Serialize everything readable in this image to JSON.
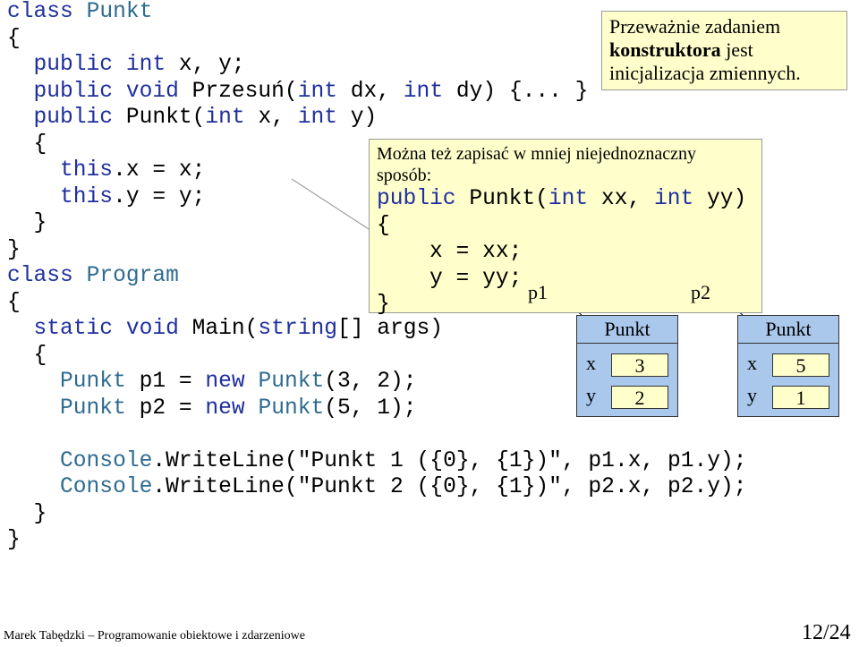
{
  "code_top": [
    [
      {
        "t": "class ",
        "c": "kw"
      },
      {
        "t": "Punkt",
        "c": "ty"
      }
    ],
    [
      {
        "t": "{",
        "c": ""
      }
    ],
    [
      {
        "t": "  public ",
        "c": "kw"
      },
      {
        "t": "int ",
        "c": "kw"
      },
      {
        "t": "x, y;",
        "c": ""
      }
    ],
    [
      {
        "t": "  public ",
        "c": "kw"
      },
      {
        "t": "void ",
        "c": "kw"
      },
      {
        "t": "Przesuń(",
        "c": ""
      },
      {
        "t": "int ",
        "c": "kw"
      },
      {
        "t": "dx, ",
        "c": ""
      },
      {
        "t": "int ",
        "c": "kw"
      },
      {
        "t": "dy) {... }",
        "c": ""
      }
    ],
    [
      {
        "t": "  public ",
        "c": "kw"
      },
      {
        "t": "Punkt(",
        "c": ""
      },
      {
        "t": "int ",
        "c": "kw"
      },
      {
        "t": "x, ",
        "c": ""
      },
      {
        "t": "int ",
        "c": "kw"
      },
      {
        "t": "y)",
        "c": ""
      }
    ],
    [
      {
        "t": "  {",
        "c": ""
      }
    ],
    [
      {
        "t": "    this",
        "c": "kw"
      },
      {
        "t": ".x = x;",
        "c": ""
      }
    ],
    [
      {
        "t": "    this",
        "c": "kw"
      },
      {
        "t": ".y = y;",
        "c": ""
      }
    ],
    [
      {
        "t": "  }",
        "c": ""
      }
    ],
    [
      {
        "t": "}",
        "c": ""
      }
    ],
    [
      {
        "t": "class ",
        "c": "kw"
      },
      {
        "t": "Program",
        "c": "ty"
      }
    ],
    [
      {
        "t": "{",
        "c": ""
      }
    ],
    [
      {
        "t": "  static ",
        "c": "kw"
      },
      {
        "t": "void ",
        "c": "kw"
      },
      {
        "t": "Main(",
        "c": ""
      },
      {
        "t": "string",
        "c": "kw"
      },
      {
        "t": "[] args)",
        "c": ""
      }
    ],
    [
      {
        "t": "  {",
        "c": ""
      }
    ],
    [
      {
        "t": "    Punkt ",
        "c": "ty"
      },
      {
        "t": "p1 = ",
        "c": ""
      },
      {
        "t": "new ",
        "c": "kw"
      },
      {
        "t": "Punkt",
        "c": "ty"
      },
      {
        "t": "(3, 2);",
        "c": ""
      }
    ],
    [
      {
        "t": "    Punkt ",
        "c": "ty"
      },
      {
        "t": "p2 = ",
        "c": ""
      },
      {
        "t": "new ",
        "c": "kw"
      },
      {
        "t": "Punkt",
        "c": "ty"
      },
      {
        "t": "(5, 1);",
        "c": ""
      }
    ],
    [
      {
        "t": "",
        "c": ""
      }
    ],
    [
      {
        "t": "    Console",
        "c": "ty"
      },
      {
        "t": ".WriteLine(",
        "c": ""
      },
      {
        "t": "\"Punkt 1 ({0}, {1})\"",
        "c": "str"
      },
      {
        "t": ", p1.x, p1.y);",
        "c": ""
      }
    ],
    [
      {
        "t": "    Console",
        "c": "ty"
      },
      {
        "t": ".WriteLine(",
        "c": ""
      },
      {
        "t": "\"Punkt 2 ({0}, {1})\"",
        "c": "str"
      },
      {
        "t": ", p2.x, p2.y);",
        "c": ""
      }
    ],
    [
      {
        "t": "  }",
        "c": ""
      }
    ],
    [
      {
        "t": "}",
        "c": ""
      }
    ]
  ],
  "note1": {
    "line1": "Przeważnie zadaniem",
    "bold": "konstruktora",
    "rest": " jest",
    "line3": "inicjalizacja zmiennych."
  },
  "note2": {
    "text1": "Można też zapisać w mniej niejednoznaczny",
    "text2": "sposób:",
    "code": [
      [
        {
          "t": "public ",
          "c": "kw"
        },
        {
          "t": "Punkt(",
          "c": ""
        },
        {
          "t": "int ",
          "c": "kw"
        },
        {
          "t": "xx, ",
          "c": ""
        },
        {
          "t": "int ",
          "c": "kw"
        },
        {
          "t": "yy)",
          "c": ""
        }
      ],
      [
        {
          "t": "{",
          "c": ""
        }
      ],
      [
        {
          "t": "    x = xx;",
          "c": ""
        }
      ],
      [
        {
          "t": "    y = yy;",
          "c": ""
        }
      ],
      [
        {
          "t": "}",
          "c": ""
        }
      ]
    ]
  },
  "objects": [
    {
      "ref": "p1",
      "type": "Punkt",
      "x_label": "x",
      "x": "3",
      "y_label": "y",
      "y": "2"
    },
    {
      "ref": "p2",
      "type": "Punkt",
      "x_label": "x",
      "x": "5",
      "y_label": "y",
      "y": "1"
    }
  ],
  "colors": {
    "keyword": "#1f2f9e",
    "type": "#2e6b8f",
    "note_bg": "#ffffcc",
    "object_bg": "#a9c8ec"
  },
  "footer": {
    "author": "Marek Tabędzki – Programowanie obiektowe i zdarzeniowe",
    "page": "12/24"
  }
}
